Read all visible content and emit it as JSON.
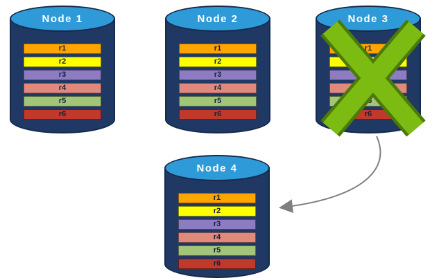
{
  "nodes": [
    {
      "label": "Node 1",
      "rows": [
        {
          "label": "r1",
          "color": "#FFA500"
        },
        {
          "label": "r2",
          "color": "#FFFF00"
        },
        {
          "label": "r3",
          "color": "#8E7CC3"
        },
        {
          "label": "r4",
          "color": "#E2897E"
        },
        {
          "label": "r5",
          "color": "#A2C579"
        },
        {
          "label": "r6",
          "color": "#C0392B"
        }
      ]
    },
    {
      "label": "Node 2",
      "rows": [
        {
          "label": "r1",
          "color": "#FFA500"
        },
        {
          "label": "r2",
          "color": "#FFFF00"
        },
        {
          "label": "r3",
          "color": "#8E7CC3"
        },
        {
          "label": "r4",
          "color": "#E2897E"
        },
        {
          "label": "r5",
          "color": "#A2C579"
        },
        {
          "label": "r6",
          "color": "#C0392B"
        }
      ]
    },
    {
      "label": "Node 3",
      "status": "failed",
      "rows": [
        {
          "label": "r1",
          "color": "#FFA500"
        },
        {
          "label": "r2",
          "color": "#FFFF00"
        },
        {
          "label": "r3",
          "color": "#8E7CC3"
        },
        {
          "label": "r4",
          "color": "#E2897E"
        },
        {
          "label": "r5",
          "color": "#A2C579"
        },
        {
          "label": "r6",
          "color": "#C0392B"
        }
      ]
    },
    {
      "label": "Node 4",
      "rows": [
        {
          "label": "r1",
          "color": "#FFA500"
        },
        {
          "label": "r2",
          "color": "#FFFF00"
        },
        {
          "label": "r3",
          "color": "#8E7CC3"
        },
        {
          "label": "r4",
          "color": "#E2897E"
        },
        {
          "label": "r5",
          "color": "#A2C579"
        },
        {
          "label": "r6",
          "color": "#C0392B"
        }
      ]
    }
  ],
  "cylinder_colors": {
    "top": "#2E9AD8",
    "body": "#1F3864"
  },
  "failure_marker": {
    "icon": "green-x-icon",
    "node": "Node 3",
    "color": "#76B900"
  },
  "arrow": {
    "from": "Node 3",
    "to": "Node 4",
    "color": "#7F7F7F"
  }
}
